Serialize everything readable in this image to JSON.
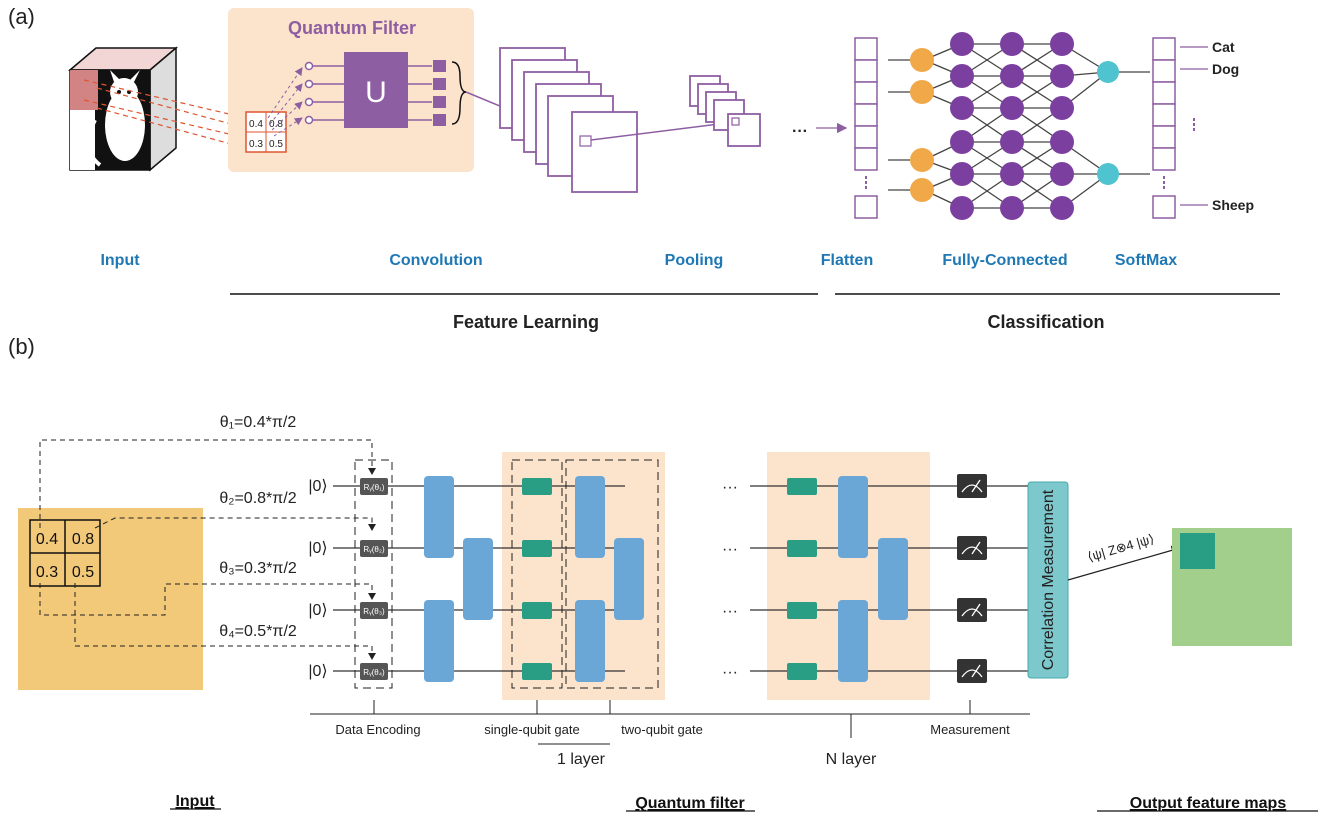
{
  "panel_a": {
    "label": "(a)",
    "quantum_filter_title": "Quantum Filter",
    "unitary_label": "U",
    "patch_values": [
      "0.4",
      "0.8",
      "0.3",
      "0.5"
    ],
    "ellipsis": "···",
    "output_classes": [
      "Cat",
      "Dog",
      "Sheep"
    ],
    "stages": [
      "Input",
      "Convolution",
      "Pooling",
      "Flatten",
      "Fully-Connected",
      "SoftMax"
    ],
    "groups": [
      "Feature Learning",
      "Classification"
    ]
  },
  "panel_b": {
    "label": "(b)",
    "input_patch": [
      "0.4",
      "0.8",
      "0.3",
      "0.5"
    ],
    "thetas": [
      "θ₁=0.4*π/2",
      "θ₂=0.8*π/2",
      "θ₃=0.3*π/2",
      "θ₄=0.5*π/2"
    ],
    "ket": "|0⟩",
    "rotation_gates": [
      "Rᵧ(θ₁)",
      "Rᵧ(θ₂)",
      "Rᵧ(θ₃)",
      "Rᵧ(θ₄)"
    ],
    "ellipsis": "···",
    "correlation_label": "Correlation Measurement",
    "expectation_label": "⟨ψ| Z⊗4 |ψ⟩",
    "annotations": [
      "Data Encoding",
      "single-qubit gate",
      "two-qubit gate",
      "Measurement"
    ],
    "layer_one": "1 layer",
    "layer_n": "N layer",
    "bottom_labels": [
      "Input",
      "Quantum filter",
      "Output feature maps"
    ]
  },
  "colors": {
    "purple": "#8e5ea2",
    "orange": "#f0a848",
    "cyan": "#4fc3cf",
    "blue_stage": "#1f78b4",
    "peach": "#fbe3cc",
    "gate_blue": "#6aa6d6",
    "gate_teal": "#2a9d85",
    "input_yellow": "#f2c879",
    "output_green": "#a3cf8c"
  }
}
